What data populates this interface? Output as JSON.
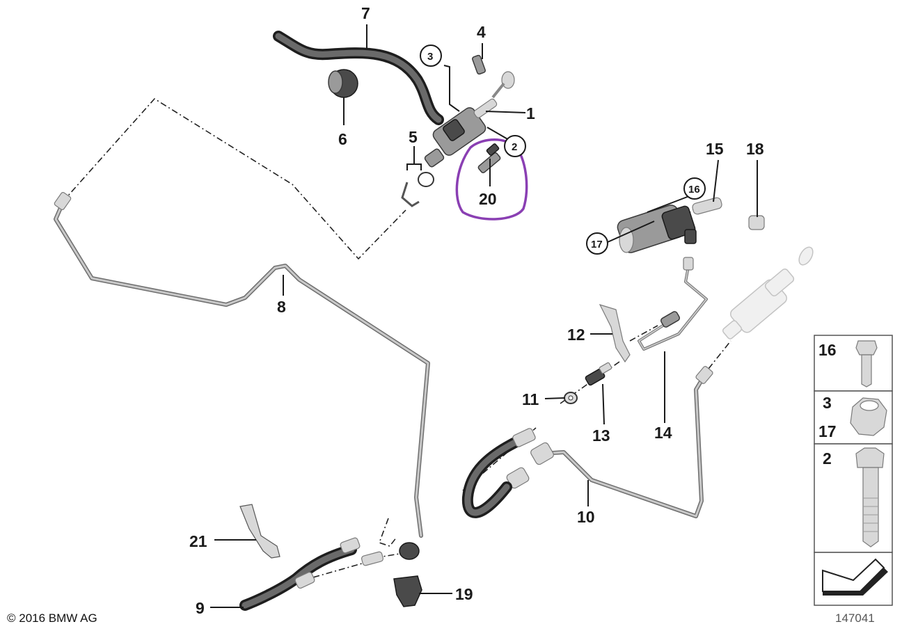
{
  "labels": {
    "l1": "1",
    "l2": "2",
    "l3": "3",
    "l4": "4",
    "l5": "5",
    "l6": "6",
    "l7": "7",
    "l8": "8",
    "l9": "9",
    "l10": "10",
    "l11": "11",
    "l12": "12",
    "l13": "13",
    "l14": "14",
    "l15": "15",
    "l16": "16",
    "l17": "17",
    "l18": "18",
    "l19": "19",
    "l20": "20",
    "l21": "21"
  },
  "legend": {
    "r1": "16",
    "r2a": "3",
    "r2b": "17",
    "r3": "2"
  },
  "footer": {
    "copyright": "© 2016 BMW AG",
    "image_number": "147041"
  },
  "colors": {
    "highlight": "#8a3fb3",
    "ink": "#1a1a1a"
  }
}
